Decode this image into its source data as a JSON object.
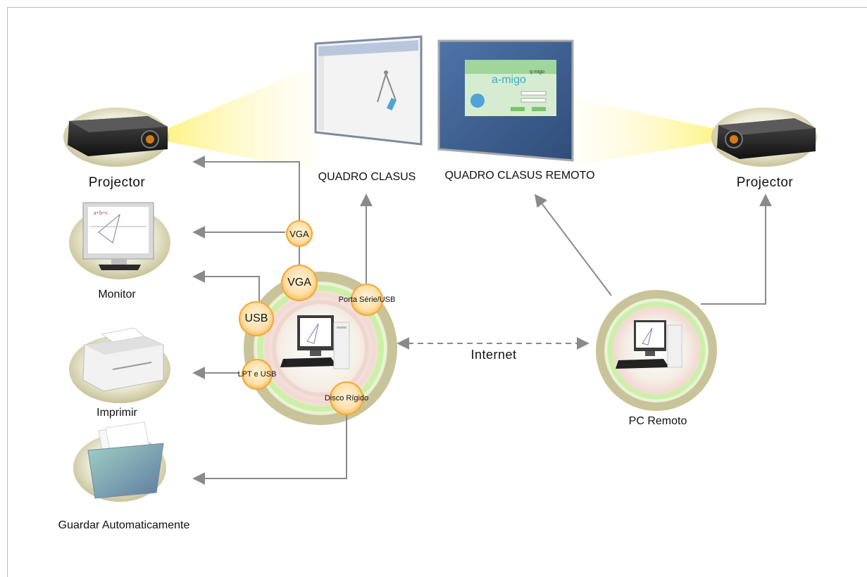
{
  "nodes": {
    "projector_left": "Projector",
    "monitor": "Monitor",
    "printer": "Imprimir",
    "autosave": "Guardar Automaticamente",
    "board_local": "QUADRO CLASUS",
    "board_remote": "QUADRO CLASUS REMOTO",
    "projector_right": "Projector",
    "pc_remote": "PC Remoto"
  },
  "ports": {
    "vga_top": "VGA",
    "vga": "VGA",
    "usb": "USB",
    "serial_usb": "Porta Série/USB",
    "lpt_usb": "LPT e USB",
    "hard_disk": "Disco Rígido"
  },
  "links": {
    "internet": "Internet"
  },
  "board_screen": {
    "logo": "a-migo",
    "small_logo": "q migo"
  },
  "colors": {
    "arrow": "#8a8a8a",
    "halo_outer": "#c9c39a",
    "halo_green": "#c8f0a0",
    "port_fill": "#ffd699",
    "beam": "#fff6a8",
    "board_blue": "#3d5f8f"
  },
  "icons": [
    "projector-icon",
    "monitor-icon",
    "printer-icon",
    "folder-icon",
    "whiteboard-icon",
    "pc-icon"
  ]
}
